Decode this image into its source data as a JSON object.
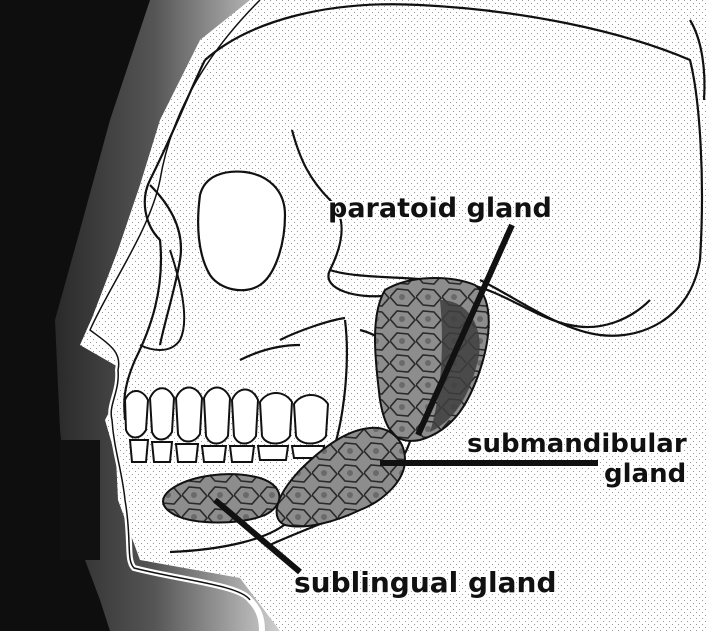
{
  "labels": {
    "parotid": "paratoid gland",
    "submandibular_line1": "submandibular",
    "submandibular_line2": "gland",
    "sublingual": "sublingual gland"
  },
  "colors": {
    "background": "#ffffff",
    "ink": "#111111",
    "gland_fill": "#8a8a8a",
    "gland_dark": "#4a4a4a",
    "dither_light": "#d8d8d8"
  }
}
